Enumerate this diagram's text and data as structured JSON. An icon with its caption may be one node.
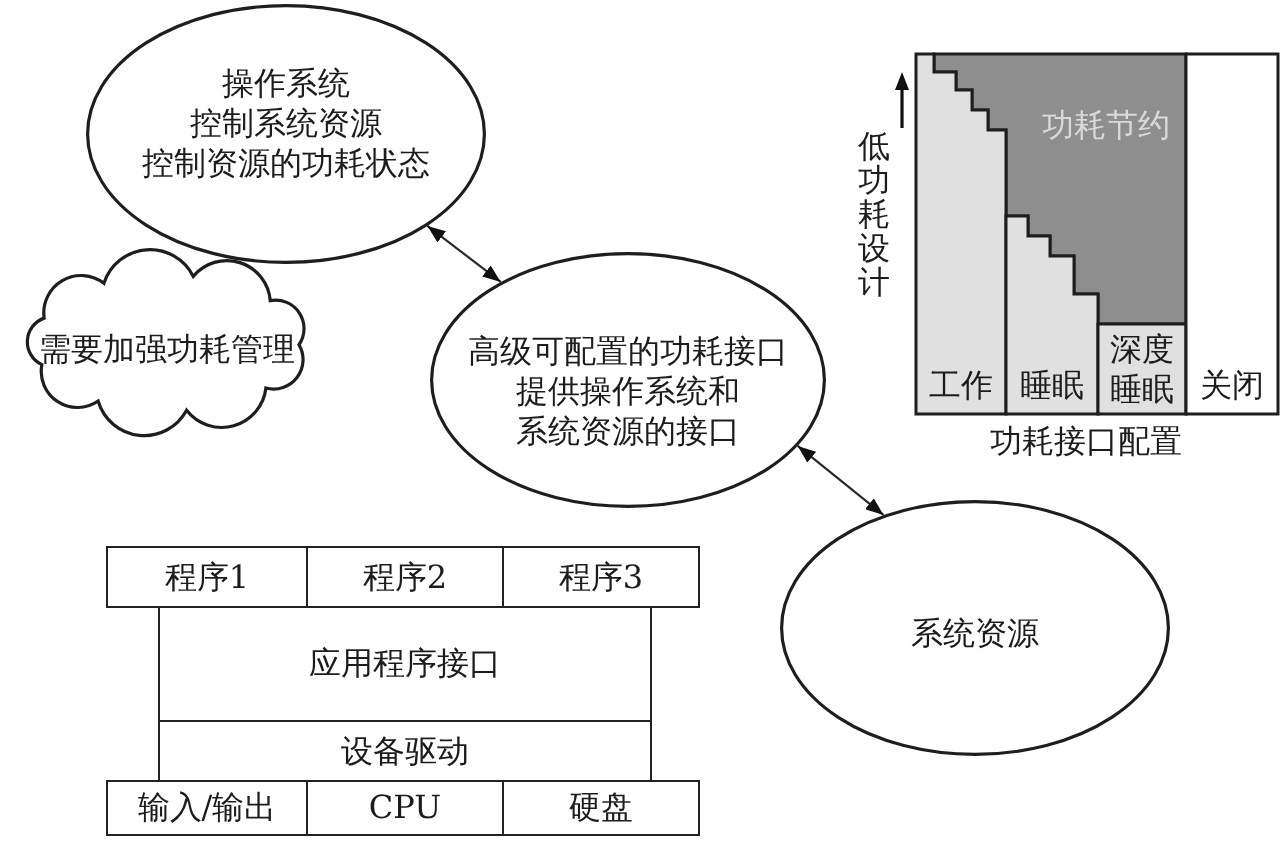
{
  "diagram": {
    "nodes": [
      {
        "text": [
          "操作系统",
          "控制系统资源",
          "控制资源的功耗状态"
        ]
      },
      {
        "text": [
          "需要加强功耗管理"
        ]
      },
      {
        "text": [
          "高级可配置的功耗接口",
          "提供操作系统和系统资源的接口"
        ]
      },
      {
        "text": [
          "系统资源"
        ]
      },
      {
        "text": [
          "程序1"
        ]
      },
      {
        "text": [
          "程序2"
        ]
      },
      {
        "text": [
          "程序3"
        ]
      },
      {
        "text": [
          "应用程序接口"
        ]
      },
      {
        "text": [
          "设备驱动"
        ]
      },
      {
        "text": [
          "输入/输出"
        ]
      },
      {
        "text": [
          "CPU"
        ]
      },
      {
        "text": [
          "硬盘"
        ]
      },
      {
        "text": [
          "功耗节约"
        ]
      },
      {
        "text": [
          "工作"
        ]
      },
      {
        "text": [
          "睡眠"
        ]
      },
      {
        "text": [
          "深度睡眠"
        ]
      },
      {
        "text": [
          "关闭"
        ]
      }
    ],
    "edges": [
      {
        "from": 0,
        "to": 2,
        "arrow": "both"
      },
      {
        "from": 2,
        "to": 3,
        "arrow": "both"
      }
    ],
    "labels": [
      "低功耗设计",
      "功耗接口配置"
    ]
  }
}
